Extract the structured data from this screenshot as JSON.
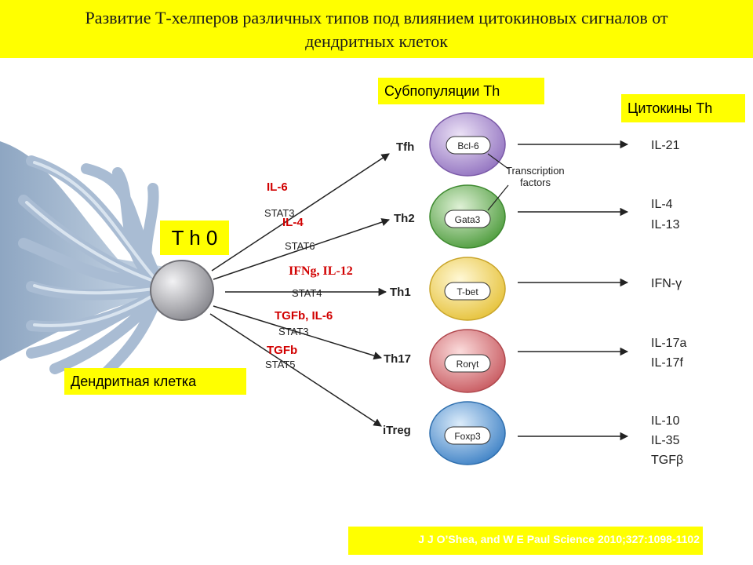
{
  "title": "Развитие Т-хелперов различных типов  под влиянием цитокиновых сигналов от\nдендритных клеток",
  "labels": {
    "subpopulations": "Субпопуляции Th",
    "cytokines_header": "Цитокины Th",
    "th0": "T h 0",
    "dendritic_cell": "Дендритная клетка",
    "transcription_factors_line1": "Transcription",
    "transcription_factors_line2": "factors"
  },
  "pathways": [
    {
      "id": "tfh",
      "input_cytokines": "IL-6",
      "stat": "STAT3",
      "subset": "Tfh",
      "tf": "Bcl-6",
      "color": "#a07cc6",
      "outputs": [
        "IL-21"
      ]
    },
    {
      "id": "th2",
      "input_cytokines": "IL-4",
      "stat": "STAT6",
      "subset": "Th2",
      "tf": "Gata3",
      "color": "#5fae4a",
      "outputs": [
        "IL-4",
        "IL-13"
      ]
    },
    {
      "id": "th1",
      "input_cytokines": "IFNg, IL-12",
      "stat": "STAT4",
      "subset": "Th1",
      "tf": "T-bet",
      "color": "#f2cf45",
      "outputs": [
        "IFN-γ"
      ]
    },
    {
      "id": "th17",
      "input_cytokines": "TGFb, IL-6",
      "stat": "STAT3",
      "subset": "Th17",
      "tf": "Rorγt",
      "color": "#d86f73",
      "outputs": [
        "IL-17a",
        "IL-17f"
      ]
    },
    {
      "id": "itreg",
      "input_cytokines": "TGFb",
      "stat": "STAT5",
      "subset": "iTreg",
      "tf": "Foxp3",
      "color": "#4a8fd0",
      "outputs": [
        "IL-10",
        "IL-35",
        "TGFβ"
      ]
    }
  ],
  "citation": "J J O’Shea, and W E Paul Science 2010;327:1098-1102",
  "colors": {
    "highlight": "#ffff00",
    "cytokine_text": "#d10000",
    "dendrite": "#a9bcd3",
    "cell_body": "#9a9aa0"
  }
}
